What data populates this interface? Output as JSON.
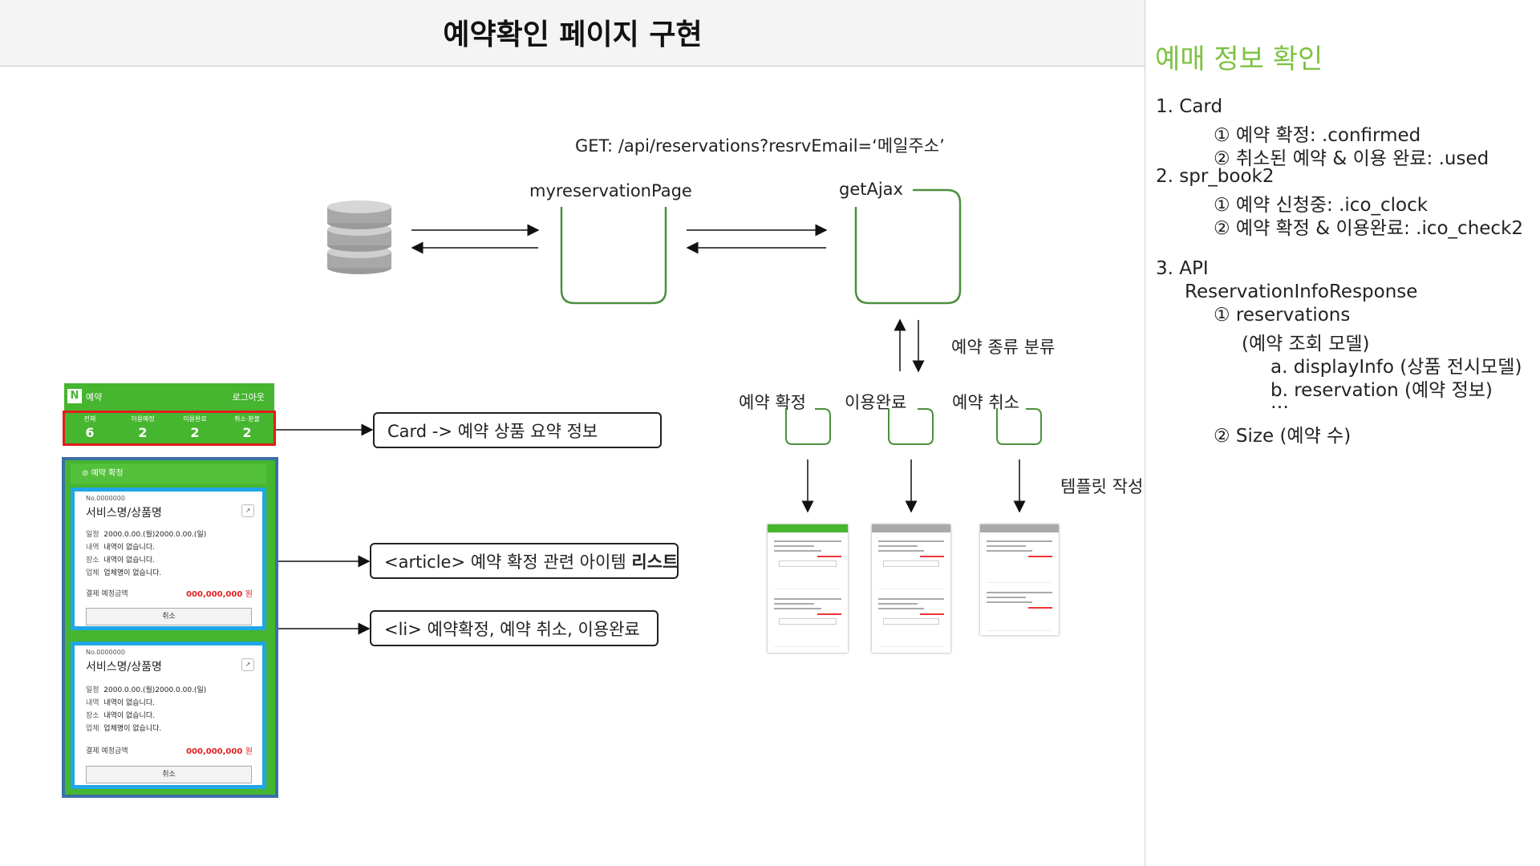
{
  "title": "예약확인 페이지 구현",
  "api_call": "GET: /api/reservations?resrvEmail=‘메일주소’",
  "flow": {
    "page_label": "myreservationPage",
    "ajax_label": "getAjax",
    "classify_label": "예약 종류 분류",
    "categories": [
      "예약 확정",
      "이용완료",
      "예약 취소"
    ],
    "template_label": "템플릿 작성"
  },
  "annotations": {
    "card": "Card -> 예약 상품 요약 정보",
    "article_prefix": "<article> 예약 확정 관련 아이템",
    "article_bold": "리스트",
    "li": "<li> 예약확정, 예약 취소, 이용완료"
  },
  "phone": {
    "brand": "N",
    "header_title": "예약",
    "logout": "로그아웃",
    "tabs": [
      {
        "label": "전체",
        "count": "6"
      },
      {
        "label": "이용예정",
        "count": "2"
      },
      {
        "label": "이용완료",
        "count": "2"
      },
      {
        "label": "취소·환불",
        "count": "2"
      }
    ],
    "section_title": "예약 확정",
    "cards": [
      {
        "no": "No.0000000",
        "name": "서비스명/상품명",
        "rows": [
          {
            "k": "일정",
            "v": "2000.0.00.(월)2000.0.00.(일)"
          },
          {
            "k": "내역",
            "v": "내역이 없습니다."
          },
          {
            "k": "장소",
            "v": "내역이 없습니다."
          },
          {
            "k": "업체",
            "v": "업체명이 없습니다."
          }
        ],
        "pay_label": "결제 예정금액",
        "price": "000,000,000",
        "won": "원",
        "cancel": "취소"
      },
      {
        "no": "No.0000000",
        "name": "서비스명/상품명",
        "rows": [
          {
            "k": "일정",
            "v": "2000.0.00.(월)2000.0.00.(일)"
          },
          {
            "k": "내역",
            "v": "내역이 없습니다."
          },
          {
            "k": "장소",
            "v": "내역이 없습니다."
          },
          {
            "k": "업체",
            "v": "업체명이 없습니다."
          }
        ],
        "pay_label": "결제 예정금액",
        "price": "000,000,000",
        "won": "원",
        "cancel": "취소"
      }
    ]
  },
  "right_panel": {
    "heading": "예매 정보 확인",
    "lines": [
      "1.  Card",
      "①  예약 확정: .confirmed",
      "②  취소된 예약 & 이용 완료: .used",
      "2.  spr_book2",
      "①  예약 신청중: .ico_clock",
      "②  예약 확정 & 이용완료: .ico_check2",
      "3.  API",
      "ReservationInfoResponse",
      "①  reservations",
      "(예약 조회 모델)",
      "a.   displayInfo (상품 전시모델)",
      "b.   reservation (예약 정보)",
      "…",
      "②  Size (예약 수)"
    ]
  },
  "colors": {
    "green": "#46b52f",
    "red": "#e31b1b",
    "cyan": "#1fa6e6",
    "navy": "#3b6fa8",
    "flow_green": "#4a8f3c",
    "heading_green": "#7dc243"
  }
}
